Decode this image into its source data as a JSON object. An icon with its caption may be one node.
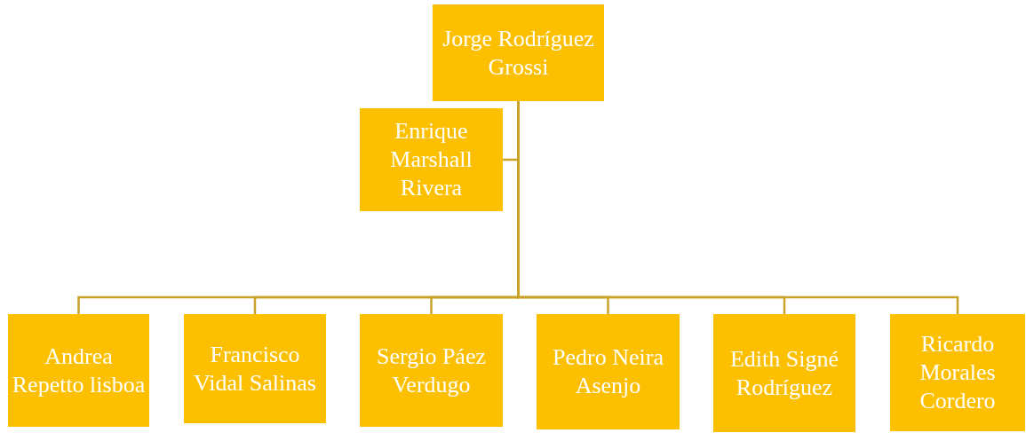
{
  "diagram": {
    "nodes": [
      {
        "text": [
          "Jorge Rodríguez Grossi"
        ]
      },
      {
        "text": [
          "Enrique Marshall Rivera"
        ]
      },
      {
        "text": [
          "Andrea Repetto lisboa"
        ]
      },
      {
        "text": [
          "Francisco Vidal Salinas"
        ]
      },
      {
        "text": [
          "Sergio Páez Verdugo"
        ]
      },
      {
        "text": [
          "Pedro Neira Asenjo"
        ]
      },
      {
        "text": [
          "Edith Signé Rodríguez"
        ]
      },
      {
        "text": [
          "Ricardo Morales Cordero"
        ]
      }
    ],
    "edges": [
      {
        "from": 0,
        "to": 1,
        "arrow": "none"
      },
      {
        "from": 0,
        "to": 2,
        "arrow": "none"
      },
      {
        "from": 0,
        "to": 3,
        "arrow": "none"
      },
      {
        "from": 0,
        "to": 4,
        "arrow": "none"
      },
      {
        "from": 0,
        "to": 5,
        "arrow": "none"
      },
      {
        "from": 0,
        "to": 6,
        "arrow": "none"
      },
      {
        "from": 0,
        "to": 7,
        "arrow": "none"
      }
    ]
  }
}
